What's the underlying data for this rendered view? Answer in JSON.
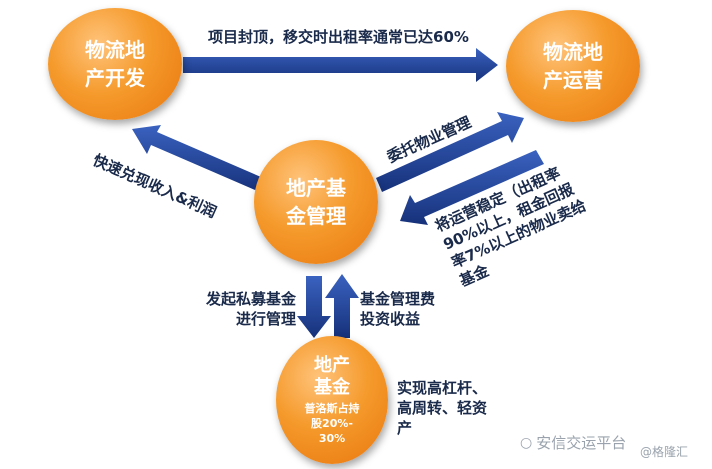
{
  "nodes": {
    "development": {
      "line1": "物流地",
      "line2": "产开发"
    },
    "operation": {
      "line1": "物流地",
      "line2": "产运营"
    },
    "fund_management": {
      "line1": "地产基",
      "line2": "金管理"
    },
    "real_estate_fund": {
      "line1": "地产",
      "line2": "基金",
      "sub1": "普洛斯占持",
      "sub2": "股20%-",
      "sub3": "30%"
    }
  },
  "labels": {
    "top_arrow": "项目封顶，移交时出租率通常已达60%",
    "delegate": "委托物业管理",
    "sell_back_l1": "将运营稳定（出租率",
    "sell_back_l2": "90%以上，租金回报",
    "sell_back_l3": "率7%以上的物业卖给",
    "sell_back_l4": "基金",
    "quick_cash": "快速兑现收入&利润",
    "launch_l1": "发起私募基金",
    "launch_l2": "进行管理",
    "fee_l1": "基金管理费",
    "fee_l2": "投资收益",
    "leverage_l1": "实现高杠杆、",
    "leverage_l2": "高周转、轻资",
    "leverage_l3": "产"
  },
  "watermark": {
    "platform": "安信交运平台",
    "author": "@格隆汇"
  },
  "colors": {
    "arrow": "#1f3f95",
    "node": "#f59a2c",
    "text": "#1a2a4a"
  }
}
